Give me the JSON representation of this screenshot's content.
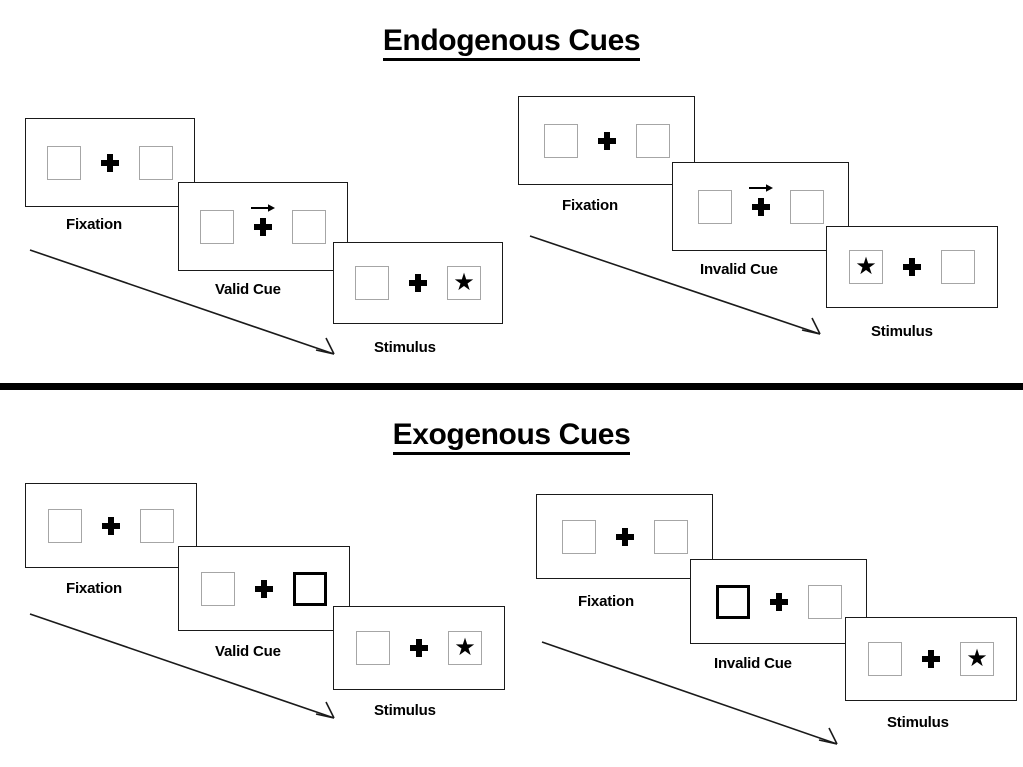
{
  "figure": {
    "type": "diagram",
    "description": "Posner-style spatial cueing task schematic: two sections contrasting endogenous (central symbolic arrow) and exogenous (peripheral box flash) cues, each with a valid-cue trial sequence and an invalid-cue trial sequence."
  },
  "colors": {
    "frame_border": "#1a1a1a",
    "box_border": "#a6a6a6",
    "cued_box_border": "#000000",
    "ink": "#000000",
    "background": "#ffffff",
    "divider": "#000000"
  },
  "sections": [
    {
      "id": "endogenous",
      "title": "Endogenous Cues",
      "sequences": [
        {
          "id": "endogenous-valid",
          "panels": [
            {
              "label": "Fixation",
              "left_box": {
                "cued": false,
                "star": false
              },
              "right_box": {
                "cued": false,
                "star": false
              },
              "center": "plus",
              "arrow_cue": "none"
            },
            {
              "label": "Valid Cue",
              "left_box": {
                "cued": false,
                "star": false
              },
              "right_box": {
                "cued": false,
                "star": false
              },
              "center": "plus",
              "arrow_cue": "right"
            },
            {
              "label": "Stimulus",
              "left_box": {
                "cued": false,
                "star": false
              },
              "right_box": {
                "cued": false,
                "star": true
              },
              "center": "plus",
              "arrow_cue": "none"
            }
          ]
        },
        {
          "id": "endogenous-invalid",
          "panels": [
            {
              "label": "Fixation",
              "left_box": {
                "cued": false,
                "star": false
              },
              "right_box": {
                "cued": false,
                "star": false
              },
              "center": "plus",
              "arrow_cue": "none"
            },
            {
              "label": "Invalid Cue",
              "left_box": {
                "cued": false,
                "star": false
              },
              "right_box": {
                "cued": false,
                "star": false
              },
              "center": "plus",
              "arrow_cue": "right"
            },
            {
              "label": "Stimulus",
              "left_box": {
                "cued": false,
                "star": true
              },
              "right_box": {
                "cued": false,
                "star": false
              },
              "center": "plus",
              "arrow_cue": "none"
            }
          ]
        }
      ]
    },
    {
      "id": "exogenous",
      "title": "Exogenous Cues",
      "sequences": [
        {
          "id": "exogenous-valid",
          "panels": [
            {
              "label": "Fixation",
              "left_box": {
                "cued": false,
                "star": false
              },
              "right_box": {
                "cued": false,
                "star": false
              },
              "center": "plus",
              "arrow_cue": "none"
            },
            {
              "label": "Valid Cue",
              "left_box": {
                "cued": false,
                "star": false
              },
              "right_box": {
                "cued": true,
                "star": false
              },
              "center": "plus",
              "arrow_cue": "none"
            },
            {
              "label": "Stimulus",
              "left_box": {
                "cued": false,
                "star": false
              },
              "right_box": {
                "cued": false,
                "star": true
              },
              "center": "plus",
              "arrow_cue": "none"
            }
          ]
        },
        {
          "id": "exogenous-invalid",
          "panels": [
            {
              "label": "Fixation",
              "left_box": {
                "cued": false,
                "star": false
              },
              "right_box": {
                "cued": false,
                "star": false
              },
              "center": "plus",
              "arrow_cue": "none"
            },
            {
              "label": "Invalid Cue",
              "left_box": {
                "cued": true,
                "star": false
              },
              "right_box": {
                "cued": false,
                "star": false
              },
              "center": "plus",
              "arrow_cue": "none"
            },
            {
              "label": "Stimulus",
              "left_box": {
                "cued": false,
                "star": false
              },
              "right_box": {
                "cued": false,
                "star": true
              },
              "center": "plus",
              "arrow_cue": "none"
            }
          ]
        }
      ]
    }
  ],
  "glyphs": {
    "star": "★",
    "fixation_cross": "plus-sign",
    "cue_arrow": "arrow-right"
  }
}
